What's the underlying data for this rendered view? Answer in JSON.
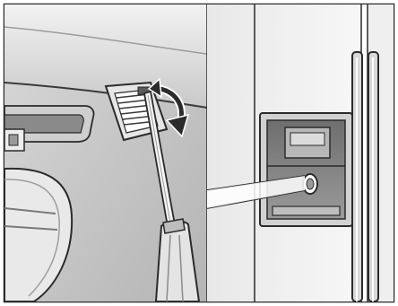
{
  "figure": {
    "description_text": "",
    "panels": [
      {
        "id": "detail-view",
        "icon": "screwdriver-on-filter-cover"
      },
      {
        "id": "overview-view",
        "icon": "refrigerator-dispenser"
      }
    ],
    "colors": {
      "background": "#ffffff",
      "frame": "#2b2b2b",
      "light_gray": "#e4e4e4",
      "mid_gray": "#bdbdbd",
      "dark_gray": "#7a7a7a",
      "shadow": "#5a5a5a"
    }
  }
}
